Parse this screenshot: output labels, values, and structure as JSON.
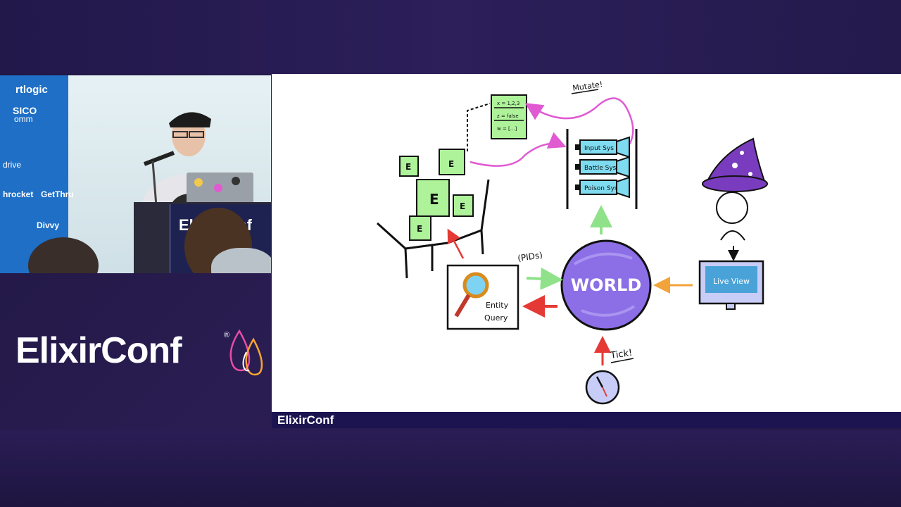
{
  "brand": {
    "logo_text": "ElixirConf",
    "registered_mark": "®",
    "accent_colors": [
      "#f6a531",
      "#e94ca8",
      "#7b5cf0",
      "#ffffff"
    ]
  },
  "video": {
    "sponsor_fragments": [
      "rtlogic",
      "SICO",
      "omm",
      "drive",
      "hrocket",
      "GetThru",
      "Divvy"
    ],
    "podium_text": "ElixirConf"
  },
  "slide": {
    "footer_logo": "ElixirConf",
    "labels": {
      "mutate": "Mutate!",
      "pids": "(PIDs)",
      "tick": "Tick!",
      "world": "WORLD",
      "entity_query_line1": "Entity",
      "entity_query_line2": "Query",
      "live_view": "Live View"
    },
    "systems": [
      "Input Sys",
      "Battle Sys",
      "Poison Sys"
    ],
    "component_rows": [
      "x = 1,2,3",
      "z = false",
      "w = [...]"
    ],
    "entity_letter": "E",
    "colors": {
      "green_box": "#aef39a",
      "world": "#8c6ee6",
      "system": "#7fdcf0",
      "wizard_hat": "#7a3cbf",
      "magenta_arrow": "#e05ad2",
      "green_arrow": "#8fe28a",
      "red_arrow": "#e53935",
      "orange_arrow": "#f2a33a"
    }
  }
}
